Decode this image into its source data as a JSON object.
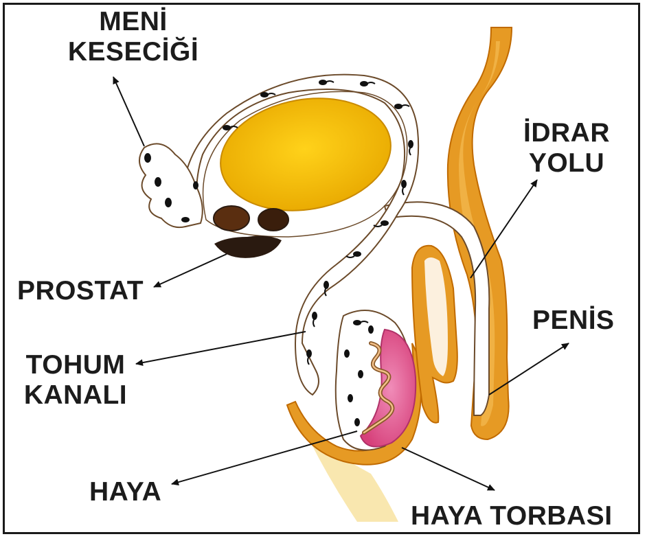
{
  "labels": {
    "meni_kesecigi": [
      "MENİ",
      "KESECİĞİ"
    ],
    "idrar_yolu": [
      "İDRAR",
      "YOLU"
    ],
    "prostat": "PROSTAT",
    "penis": "PENİS",
    "tohum_kanali": [
      "TOHUM",
      "KANALI"
    ],
    "haya": "HAYA",
    "haya_torbasi": "HAYA TORBASI"
  },
  "colors": {
    "bladder": "#f2c200",
    "tissue": "#e0901c",
    "testis": "#e0609a",
    "prostate": "#2a1a10",
    "sperm": "#111111"
  }
}
